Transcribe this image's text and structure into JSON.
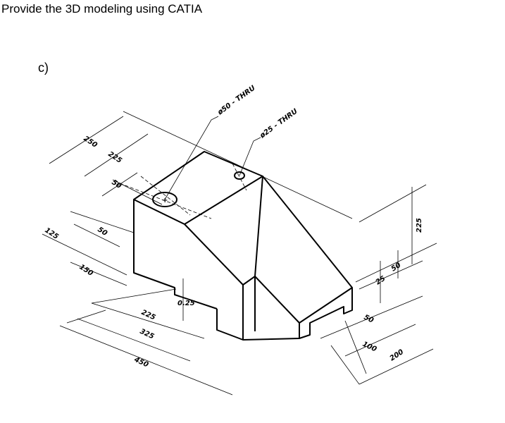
{
  "header": {
    "title": "Provide the 3D modeling using CATIA"
  },
  "part_label": "c)",
  "callouts": {
    "hole_large": "ø50 - THRU",
    "hole_small": "ø25 - THRU"
  },
  "dims": {
    "d250": "250",
    "d225_top": "225",
    "d50_top": "50",
    "d50_left": "50",
    "d125": "125",
    "d150": "150",
    "d225_bottom": "225",
    "d325": "325",
    "d450": "450",
    "d025": "0.25",
    "d225_right": "225",
    "d50_right": "50",
    "d25_right": "25",
    "d50_lower": "50",
    "d100": "100",
    "d200": "200"
  }
}
